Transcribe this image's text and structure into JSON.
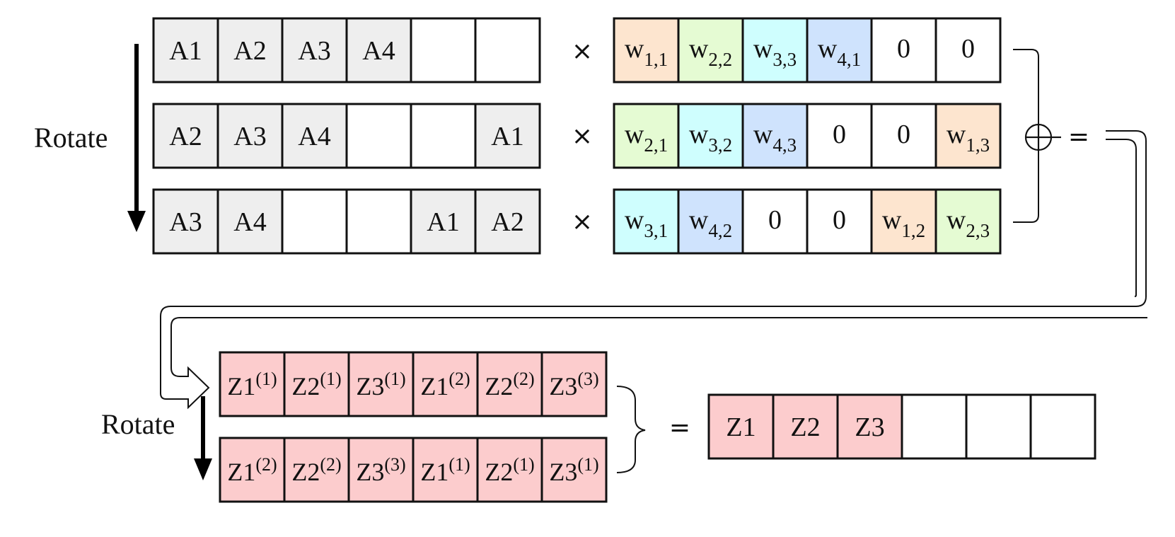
{
  "labels": {
    "rotate_top": "Rotate",
    "rotate_bottom": "Rotate"
  },
  "operators": {
    "times": "×",
    "equals": "="
  },
  "colors": {
    "input_fill": "#eeeeee",
    "empty_fill": "#ffffff",
    "peach": "#fde5cf",
    "green": "#e5fbd3",
    "cyan": "#cffefe",
    "blue": "#cfe3fd",
    "pink": "#fccccd",
    "stroke": "#111111"
  },
  "input_rows": [
    [
      "A1",
      "A2",
      "A3",
      "A4",
      "",
      ""
    ],
    [
      "A2",
      "A3",
      "A4",
      "",
      "",
      "A1"
    ],
    [
      "A3",
      "A4",
      "",
      "",
      "A1",
      "A2"
    ]
  ],
  "weight_rows": [
    [
      {
        "base": "w",
        "sub": "1,1",
        "color": "peach"
      },
      {
        "base": "w",
        "sub": "2,2",
        "color": "green"
      },
      {
        "base": "w",
        "sub": "3,3",
        "color": "cyan"
      },
      {
        "base": "w",
        "sub": "4,1",
        "color": "blue"
      },
      {
        "base": "0",
        "sub": "",
        "color": "empty"
      },
      {
        "base": "0",
        "sub": "",
        "color": "empty"
      }
    ],
    [
      {
        "base": "w",
        "sub": "2,1",
        "color": "green"
      },
      {
        "base": "w",
        "sub": "3,2",
        "color": "cyan"
      },
      {
        "base": "w",
        "sub": "4,3",
        "color": "blue"
      },
      {
        "base": "0",
        "sub": "",
        "color": "empty"
      },
      {
        "base": "0",
        "sub": "",
        "color": "empty"
      },
      {
        "base": "w",
        "sub": "1,3",
        "color": "peach"
      }
    ],
    [
      {
        "base": "w",
        "sub": "3,1",
        "color": "cyan"
      },
      {
        "base": "w",
        "sub": "4,2",
        "color": "blue"
      },
      {
        "base": "0",
        "sub": "",
        "color": "empty"
      },
      {
        "base": "0",
        "sub": "",
        "color": "empty"
      },
      {
        "base": "w",
        "sub": "1,2",
        "color": "peach"
      },
      {
        "base": "w",
        "sub": "2,3",
        "color": "green"
      }
    ]
  ],
  "partial_rows": [
    [
      {
        "base": "Z1",
        "sup": "(1)"
      },
      {
        "base": "Z2",
        "sup": "(1)"
      },
      {
        "base": "Z3",
        "sup": "(1)"
      },
      {
        "base": "Z1",
        "sup": "(2)"
      },
      {
        "base": "Z2",
        "sup": "(2)"
      },
      {
        "base": "Z3",
        "sup": "(3)"
      }
    ],
    [
      {
        "base": "Z1",
        "sup": "(2)"
      },
      {
        "base": "Z2",
        "sup": "(2)"
      },
      {
        "base": "Z3",
        "sup": "(3)"
      },
      {
        "base": "Z1",
        "sup": "(1)"
      },
      {
        "base": "Z2",
        "sup": "(1)"
      },
      {
        "base": "Z3",
        "sup": "(1)"
      }
    ]
  ],
  "output_row": [
    {
      "text": "Z1",
      "color": "pink"
    },
    {
      "text": "Z2",
      "color": "pink"
    },
    {
      "text": "Z3",
      "color": "pink"
    },
    {
      "text": "",
      "color": "empty"
    },
    {
      "text": "",
      "color": "empty"
    },
    {
      "text": "",
      "color": "empty"
    }
  ]
}
